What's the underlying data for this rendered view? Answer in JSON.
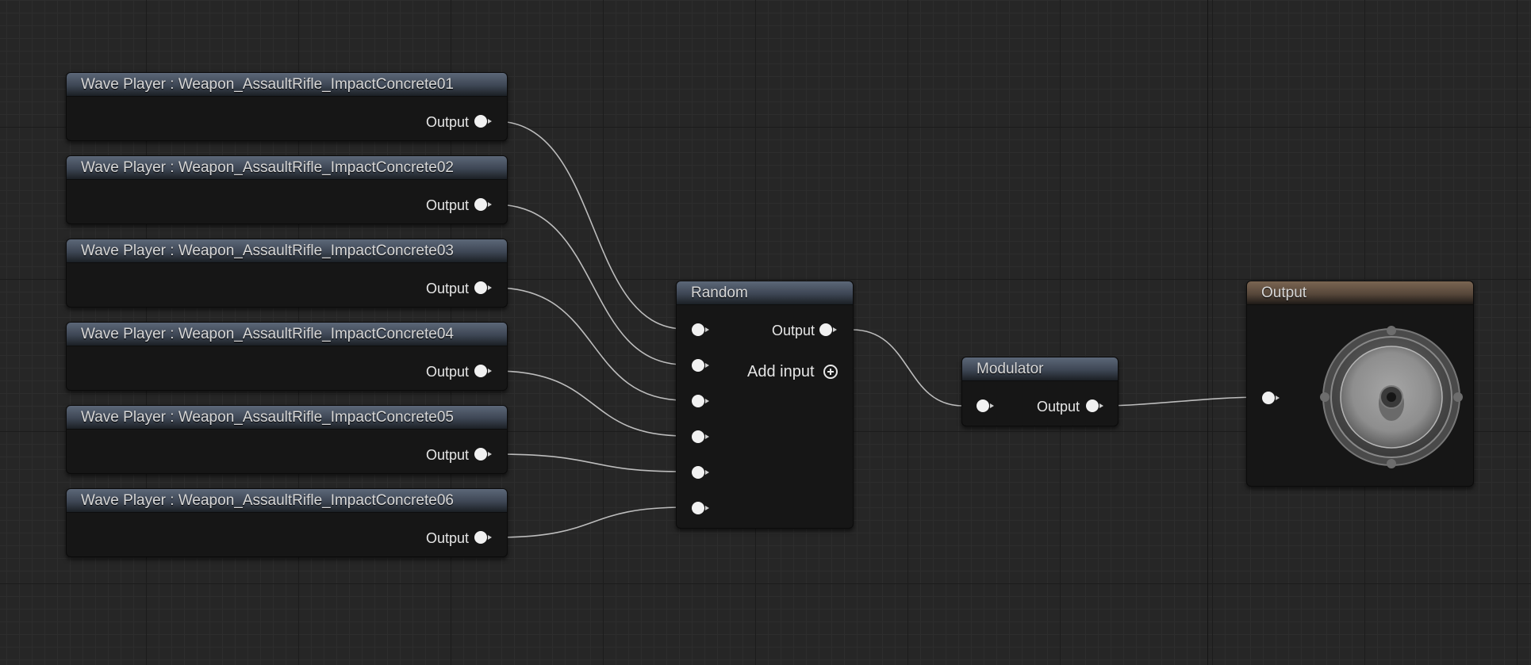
{
  "graph": {
    "wave_players": [
      {
        "title": "Wave Player : Weapon_AssaultRifle_ImpactConcrete01",
        "output_label": "Output"
      },
      {
        "title": "Wave Player : Weapon_AssaultRifle_ImpactConcrete02",
        "output_label": "Output"
      },
      {
        "title": "Wave Player : Weapon_AssaultRifle_ImpactConcrete03",
        "output_label": "Output"
      },
      {
        "title": "Wave Player : Weapon_AssaultRifle_ImpactConcrete04",
        "output_label": "Output"
      },
      {
        "title": "Wave Player : Weapon_AssaultRifle_ImpactConcrete05",
        "output_label": "Output"
      },
      {
        "title": "Wave Player : Weapon_AssaultRifle_ImpactConcrete06",
        "output_label": "Output"
      }
    ],
    "random": {
      "title": "Random",
      "output_label": "Output",
      "add_input_label": "Add input",
      "input_count": 6
    },
    "modulator": {
      "title": "Modulator",
      "output_label": "Output"
    },
    "output_node": {
      "title": "Output",
      "icon": "speaker-icon"
    }
  },
  "colors": {
    "background": "#262626",
    "wire": "#bdbdbd",
    "wave_header": "#3d4654",
    "output_header": "#57473a"
  }
}
